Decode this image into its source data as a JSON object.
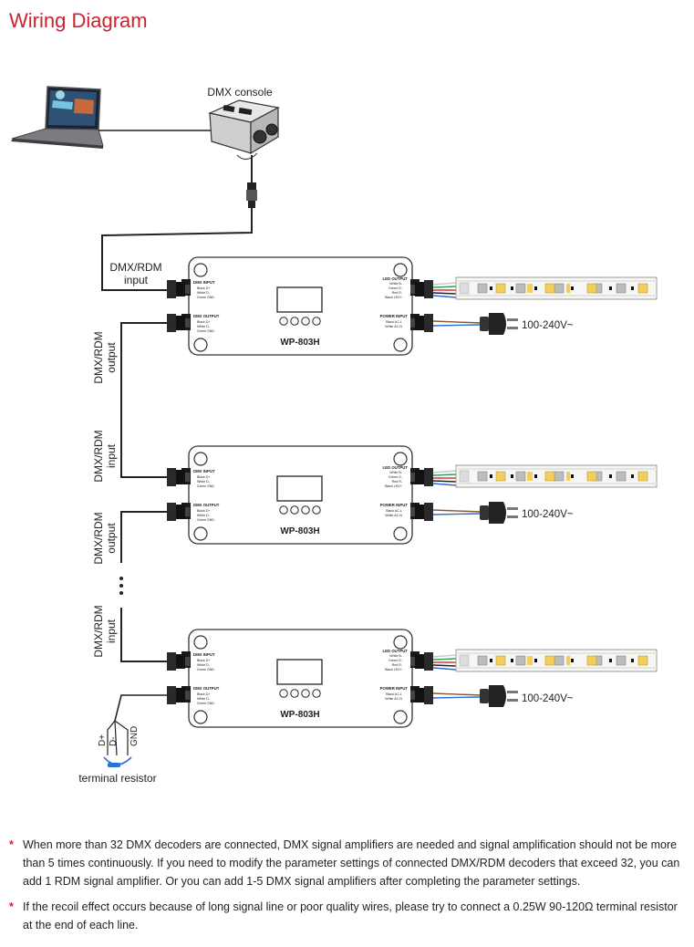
{
  "title": "Wiring Diagram",
  "console_label": "DMX console",
  "link1": {
    "line1": "DMX/RDM",
    "line2": "input"
  },
  "link2": {
    "line1": "DMX/RDM",
    "line2": "output"
  },
  "link3": {
    "line1": "DMX/RDM",
    "line2": "input"
  },
  "link4": {
    "line1": "DMX/RDM",
    "line2": "output"
  },
  "link5": {
    "line1": "DMX/RDM",
    "line2": "input"
  },
  "controller": {
    "model": "WP-803H",
    "dmx_input": {
      "title": "DMX INPUT",
      "pins": [
        "Black  D+",
        "White  D-",
        "Green  GND"
      ]
    },
    "dmx_output": {
      "title": "DMX OUTPUT",
      "pins": [
        "Black  D+",
        "White  D-",
        "Green  GND"
      ]
    },
    "led_output": {
      "title": "LED OUTPUT",
      "pins": [
        "White  B-",
        "Green  G-",
        "Red  R-",
        "Black  LED+"
      ]
    },
    "power_input": {
      "title": "POWER INPUT",
      "pins": [
        "Black  AC-L",
        "White  AC-N"
      ]
    }
  },
  "voltage": "100-240V~",
  "terminal": {
    "d_plus": "D+",
    "d_minus": "D-",
    "gnd": "GND",
    "label": "terminal resistor"
  },
  "notes": [
    "When more than 32 DMX decoders are connected, DMX signal amplifiers are needed and signal amplification should not be more than 5 times continuously. If you need to modify the parameter settings of connected DMX/RDM decoders that exceed 32, you can add 1 RDM signal amplifier. Or you can add 1-5 DMX signal amplifiers after completing the parameter settings.",
    "If the recoil effect occurs because of long signal line or poor quality wires, please try to connect a 0.25W 90-120Ω  terminal resistor at the end of each line."
  ],
  "colors": {
    "accent": "#d0202e"
  }
}
